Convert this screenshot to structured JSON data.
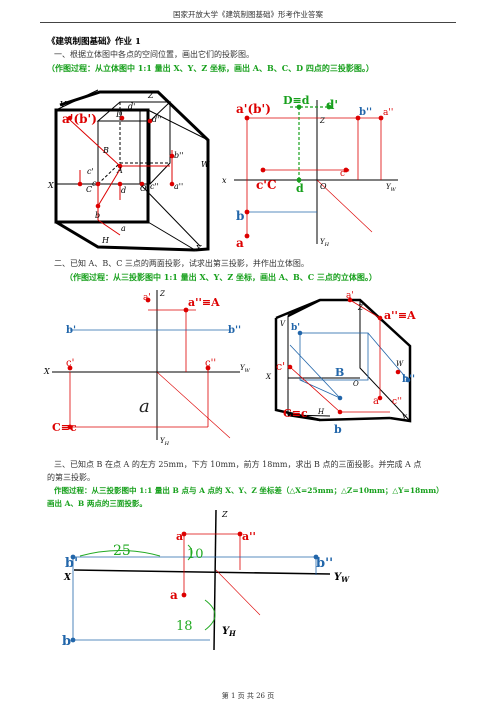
{
  "header": "国家开放大学《建筑制图基础》形考作业答案",
  "title": "《建筑制图基础》作业 1",
  "q1": {
    "text": "一、根据立体图中各点的空间位置，画出它们的投影图。",
    "process": "（作图过程：从立体图中 1:1 量出 X、Y、Z 坐标，画出 A、B、C、D 四点的三投影图。）"
  },
  "q2": {
    "text": "二、已知 A、B、C 三点的两面投影，试求出第三投影，并作出立体图。",
    "process": "（作图过程：从三投影图中 1:1 量出 X、Y、Z 坐标，画出 A、B、C 三点的立体图。）"
  },
  "q3": {
    "text1": "三、已知点 B 在点 A 的左方 25mm，下方 10mm，前方 18mm，求出 B 点的三面投影。并完成 A 点",
    "text2": "的第三投影。",
    "process1": "作图过程：从三投影图中 1:1 量出 B 点与 A 点的 X、Y、Z 坐标差（△X=25mm；△Z=10mm；△Y=18mm）",
    "process2": "画出 A、B 两点的三面投影。"
  },
  "footer": "第 1 页 共 26 页",
  "fig1": {
    "V": "V",
    "Z": "Z",
    "X": "X",
    "H": "H",
    "W": "W",
    "Y": "Y",
    "O": "O",
    "a_b": "a'(b')",
    "D": "D",
    "d1": "d'",
    "d2": "d''",
    "B": "B",
    "b2": "b''",
    "A": "A",
    "c1": "c'",
    "C": "C",
    "c_low": "c",
    "d": "d",
    "c2": "c''",
    "a2": "a''",
    "b": "b",
    "a": "a"
  },
  "fig2": {
    "ap_bp": "a'(b')",
    "Deqd": "D≡d",
    "d1": "d'",
    "b2": "b''",
    "a2": "a''",
    "Z": "Z",
    "x": "x",
    "c1C": "c'C",
    "c2": "c''",
    "O": "O",
    "Yw": "Y",
    "Yw_sub": "W",
    "d": "d",
    "b": "b",
    "a": "a",
    "Yh": "Y",
    "Yh_sub": "H"
  },
  "fig3": {
    "a1": "a'",
    "Z": "Z",
    "a2A": "a''≡A",
    "b1": "b'",
    "b2": "b''",
    "X": "X",
    "c1": "c'",
    "c2": "c''",
    "Yw": "Y",
    "Yw_sub": "W",
    "a_hand": "a",
    "Ceqc": "C≡c",
    "Yh": "Y",
    "Yh_sub": "H"
  },
  "fig4": {
    "a1": "a'",
    "Z": "Z",
    "a2A": "a''≡A",
    "V": "V",
    "b1": "b'",
    "X": "X",
    "c1": "c'",
    "B": "B",
    "O": "O",
    "W": "W",
    "b2": "b''",
    "a": "a",
    "c2": "c''",
    "Ceqc": "C≡c",
    "H": "H",
    "Y": "Y",
    "b": "b"
  },
  "fig5": {
    "Z": "Z",
    "a1": "a'",
    "a2": "a''",
    "n25": "25",
    "n10": "10",
    "n18": "18",
    "b1": "b'",
    "b2": "b''",
    "X": "X",
    "Yw": "Y",
    "Yw_sub": "W",
    "a": "a",
    "b": "b",
    "Yh": "Y",
    "Yh_sub": "H"
  }
}
